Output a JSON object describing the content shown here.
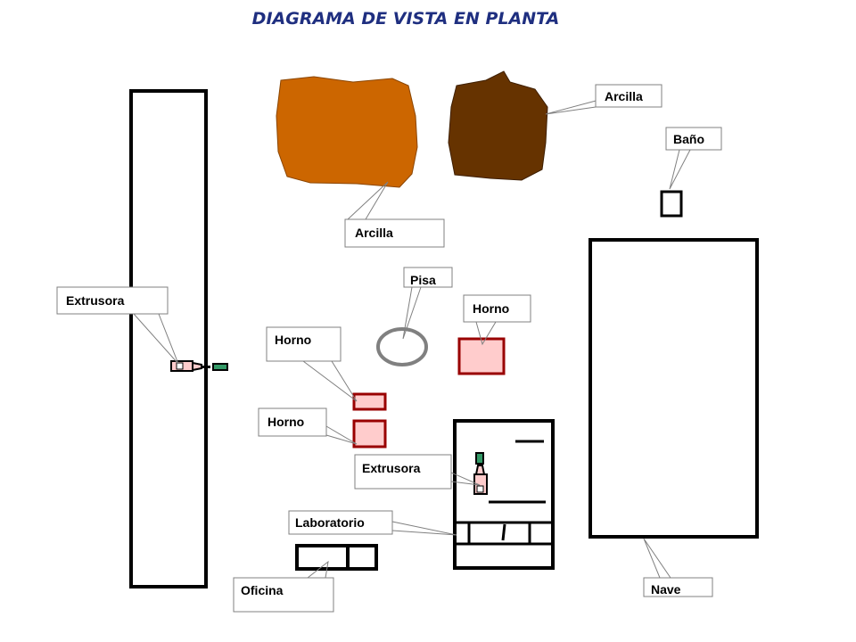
{
  "title": "DIAGRAMA DE VISTA EN PLANTA",
  "labels": {
    "arcilla_top": "Arcilla",
    "arcilla_bottom": "Arcilla",
    "bano": "Baño",
    "extrusora_left": "Extrusora",
    "pisa": "Pisa",
    "horno_right": "Horno",
    "horno_middle": "Horno",
    "horno_lower": "Horno",
    "extrusora_center": "Extrusora",
    "laboratorio": "Laboratorio",
    "oficina": "Oficina",
    "nave": "Nave"
  },
  "colors": {
    "clay_light": "#cc6600",
    "clay_dark": "#663300",
    "oven_fill": "#ffcccc",
    "oven_border": "#990000",
    "extruder_green": "#339966",
    "pisa_ring": "#808080",
    "title": "#1f2f80"
  }
}
